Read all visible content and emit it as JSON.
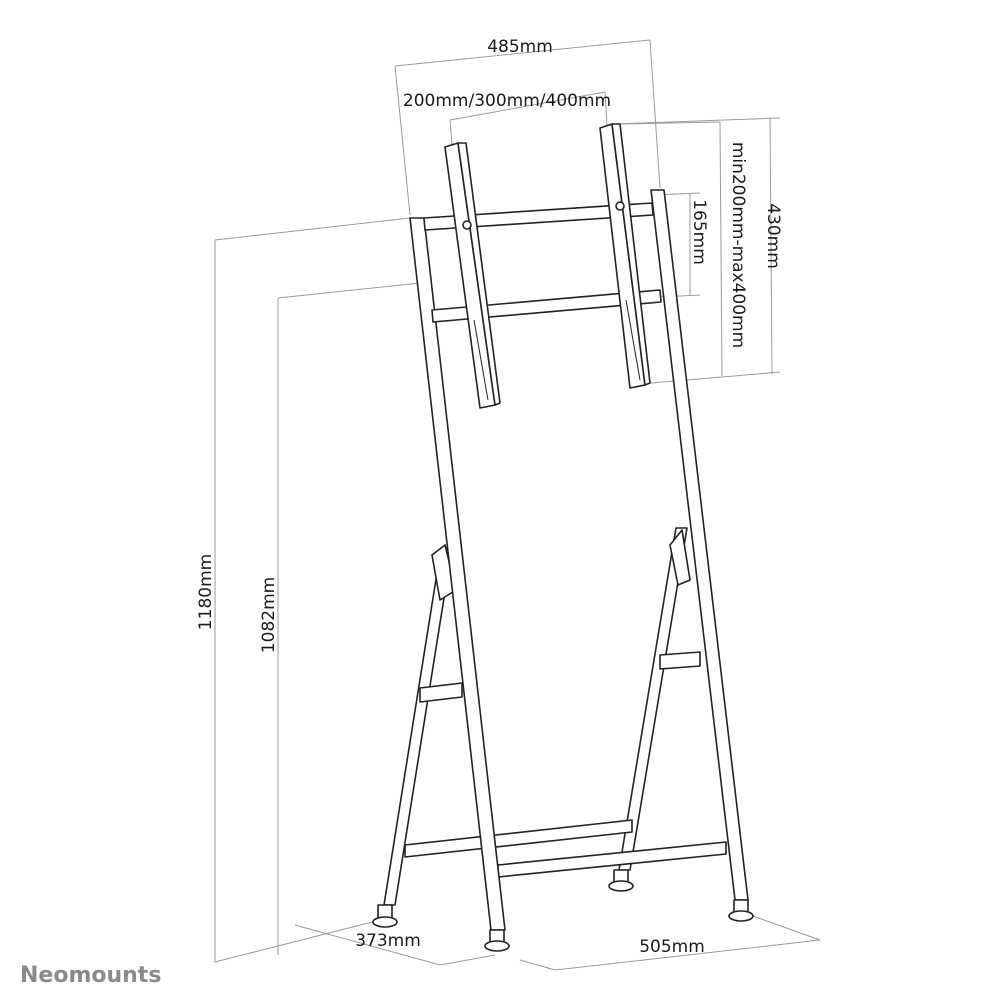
{
  "brand": "Neomounts",
  "dimensions": {
    "overall_width": "485mm",
    "vesa": "200mm/300mm/400mm",
    "plate_height": "430mm",
    "vesa_vertical": "min200mm-max400mm",
    "bar_spacing": "165mm",
    "total_height": "1180mm",
    "mount_height": "1082mm",
    "depth": "373mm",
    "base_width": "505mm"
  }
}
